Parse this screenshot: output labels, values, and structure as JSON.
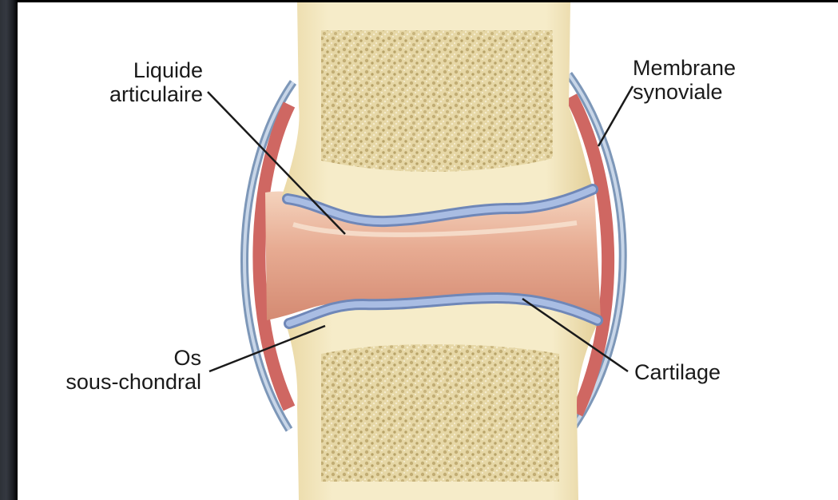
{
  "labels": {
    "liquide_articulaire": [
      "Liquide",
      "articulaire"
    ],
    "membrane_synoviale": [
      "Membrane",
      "synoviale"
    ],
    "os_sous_chondral": [
      "Os",
      "sous-chondral"
    ],
    "cartilage": [
      "Cartilage"
    ]
  },
  "colors": {
    "background_frame": "#000000",
    "panel": "#ffffff",
    "bone": "#f2e6bc",
    "spongy_bone": "#dcc890",
    "cartilage": "#9eb3da",
    "synovial_fluid": "#e5ab92",
    "synovial_membrane": "#d4706a",
    "capsule": "#8ea8c6",
    "leader_line": "#1a1a1a"
  }
}
